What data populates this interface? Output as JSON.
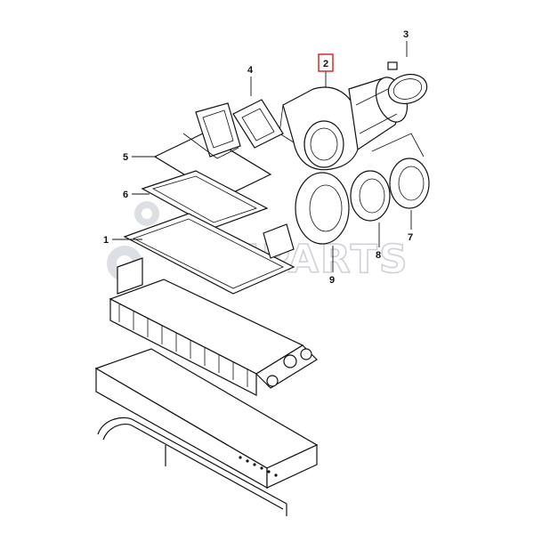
{
  "diagram": {
    "callouts": [
      {
        "number": "1"
      },
      {
        "number": "2",
        "highlight": true
      },
      {
        "number": "3"
      },
      {
        "number": "4"
      },
      {
        "number": "5"
      },
      {
        "number": "6"
      },
      {
        "number": "7"
      },
      {
        "number": "8"
      },
      {
        "number": "9"
      }
    ],
    "highlight_color": "#e0262d",
    "watermark": {
      "text": "RMPARTS",
      "color": "#c9cdd2"
    }
  }
}
